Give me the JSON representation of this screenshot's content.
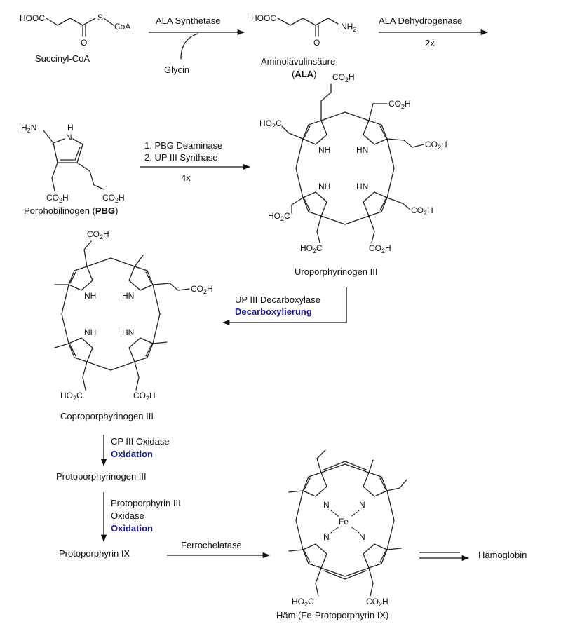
{
  "colors": {
    "accent": "#1a1a8c",
    "text": "#111111"
  },
  "compounds": {
    "succinyl_coa": "Succinyl-CoA",
    "ala_name": "Aminolävulinsäure",
    "ala_abbr_open": "(",
    "ala_abbr": "ALA",
    "ala_abbr_close": ")",
    "pbg_name": "Porphobilinogen (",
    "pbg_abbr": "PBG",
    "pbg_close": ")",
    "uroporphyrinogen": "Uroporphyrinogen III",
    "coproporphyrinogen": "Coproporphyrinogen III",
    "protoporphyrinogen": "Protoporphyrinogen III",
    "protoporphyrin": "Protoporphyrin IX",
    "haem": "Häm (Fe-Protoporphyrin IX)",
    "haemoglobin": "Hämoglobin"
  },
  "atoms": {
    "hooc": "HOOC",
    "s": "S",
    "coa": "CoA",
    "o": "O",
    "nh2": "NH",
    "sub2": "2",
    "h2n": "H",
    "n_suffix": "N",
    "nh": "NH",
    "hn": "HN",
    "h": "H",
    "n": "N",
    "fe": "Fe",
    "co2h": "CO",
    "co2h_end": "H",
    "ho2c": "HO",
    "ho2c_end": "C"
  },
  "steps": {
    "ala_synthetase": "ALA Synthetase",
    "glycin": "Glycin",
    "ala_dehydrogenase": "ALA Dehydrogenase",
    "mult_2x": "2x",
    "pbg_deaminase": "1. PBG Deaminase",
    "up3_synthase": "2. UP III Synthase",
    "mult_4x": "4x",
    "up3_decarboxylase": "UP III Decarboxylase",
    "decarboxylierung": "Decarboxylierung",
    "cp3_oxidase": "CP III Oxidase",
    "oxidation_1": "Oxidation",
    "pp3_oxidase_line1": "Protoporphyrin III",
    "pp3_oxidase_line2": "Oxidase",
    "oxidation_2": "Oxidation",
    "ferrochelatase": "Ferrochelatase"
  }
}
